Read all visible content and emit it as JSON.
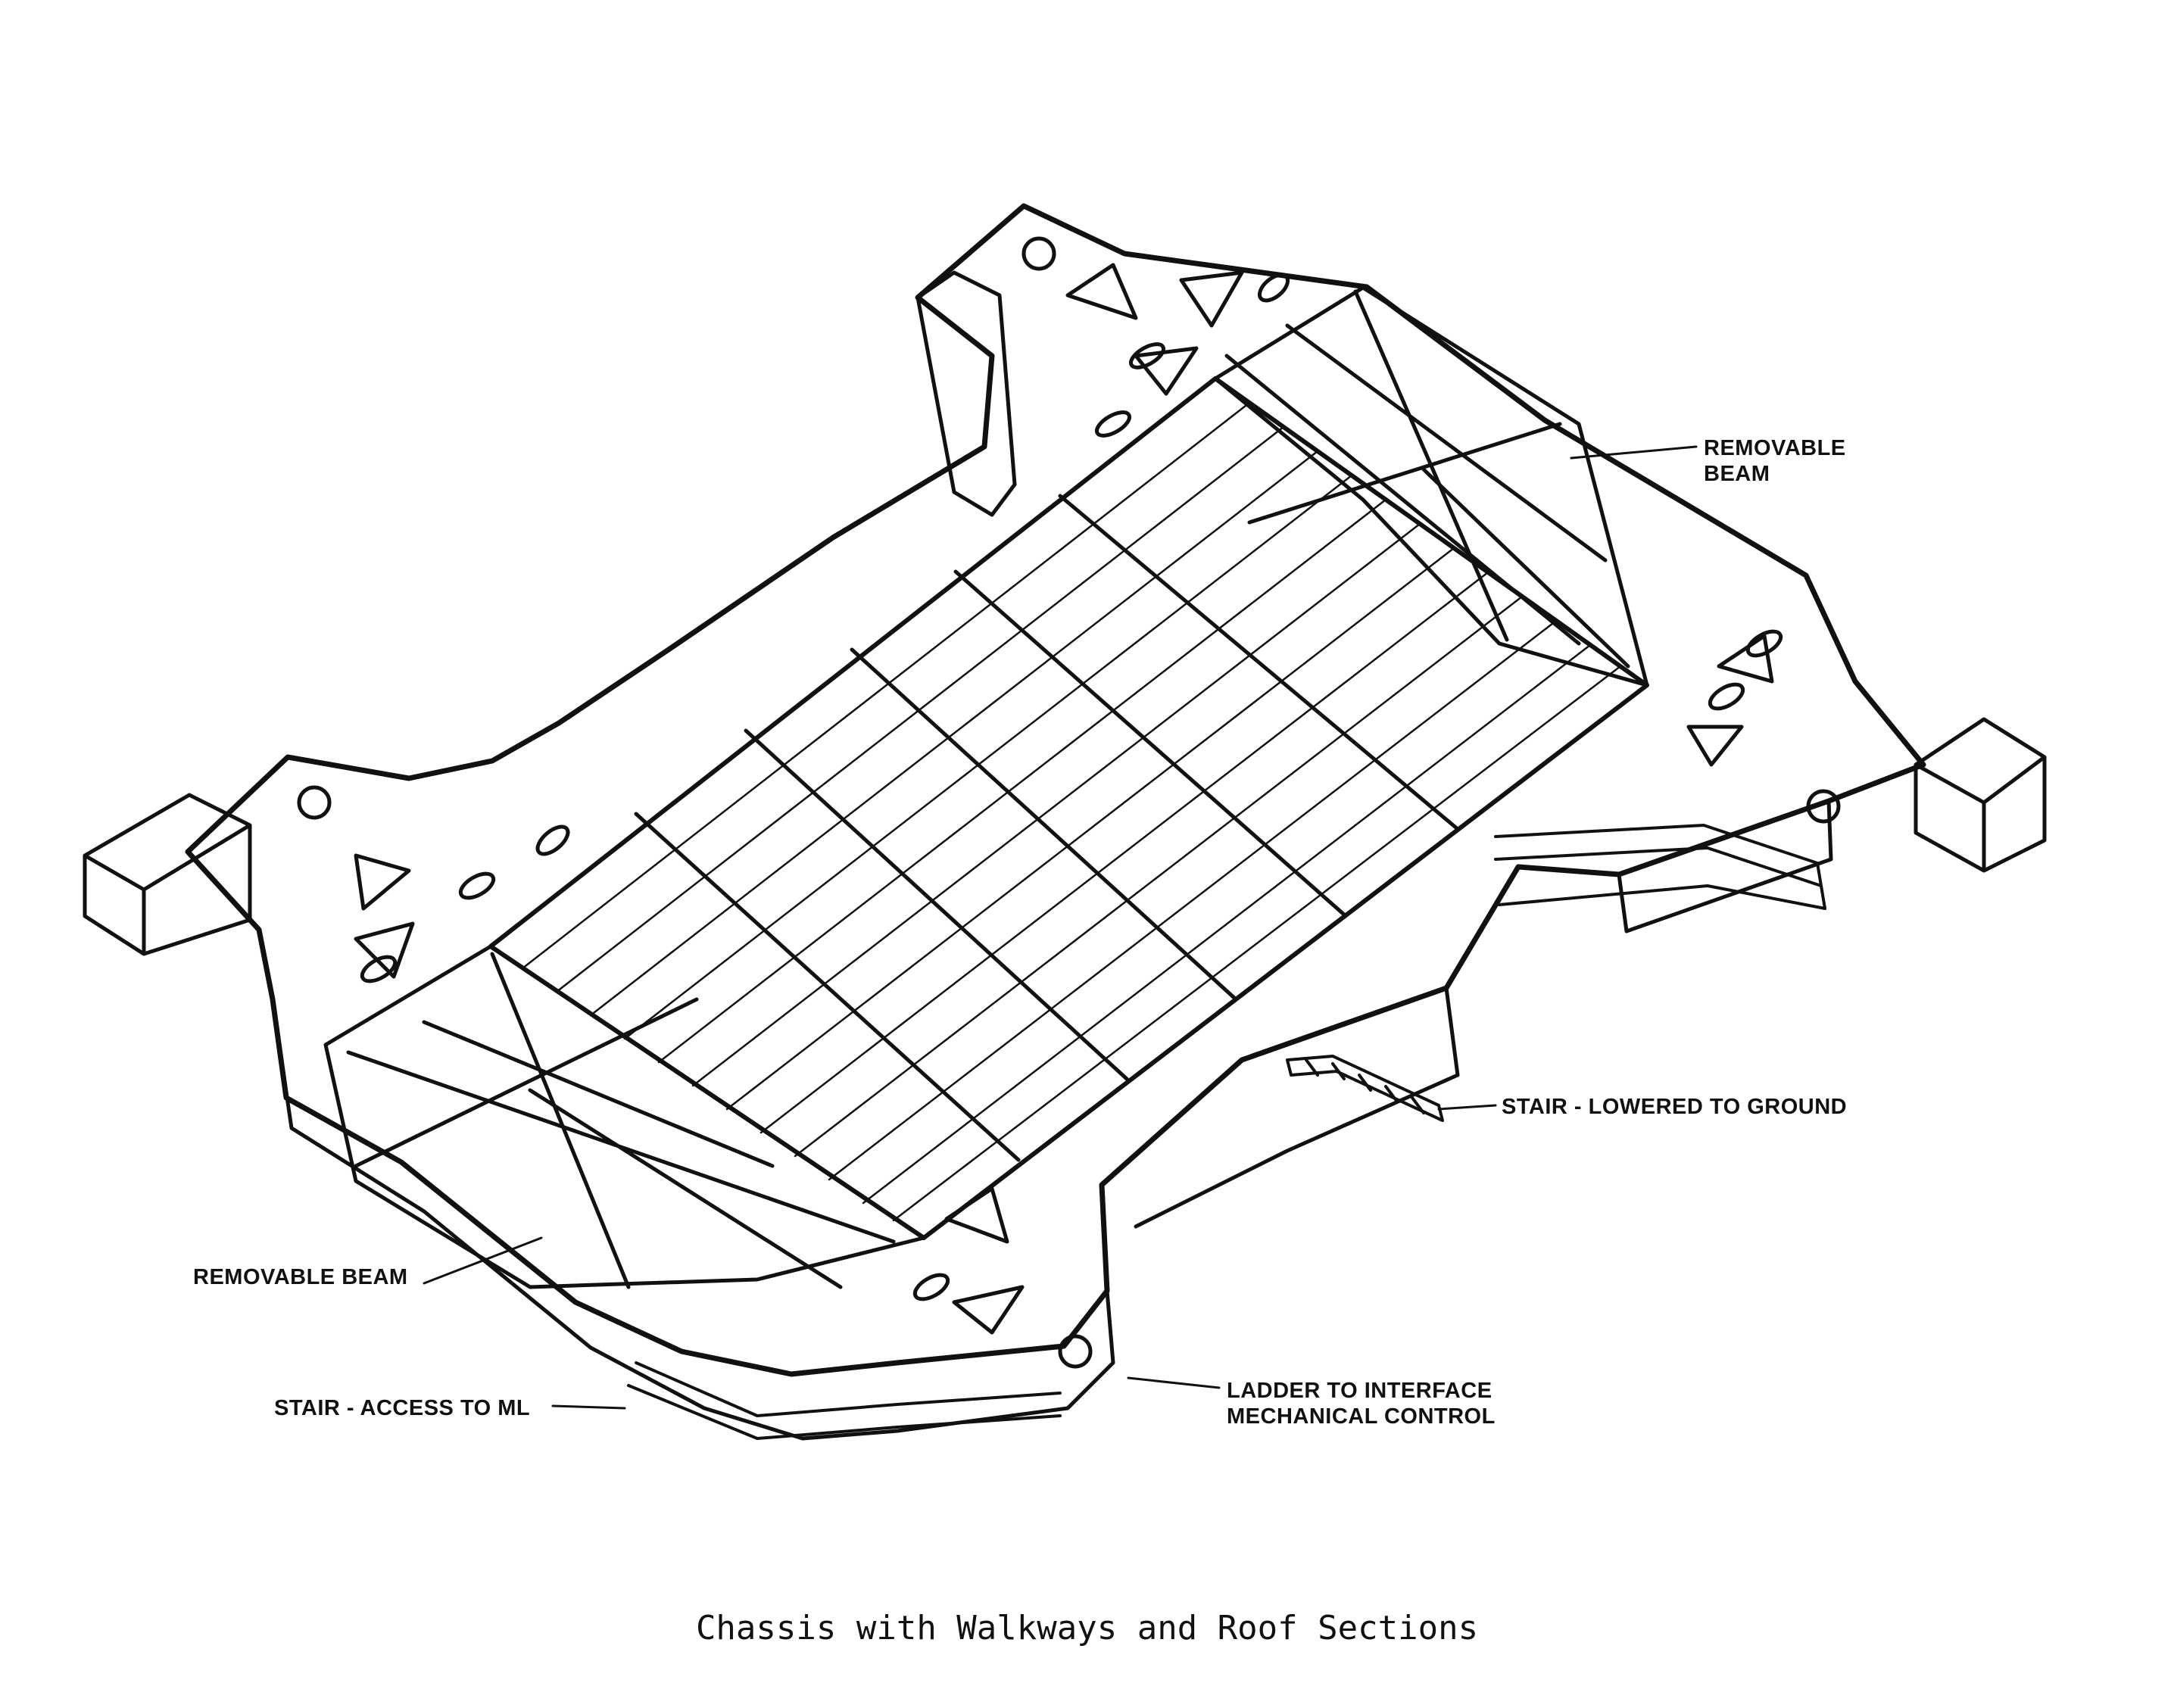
{
  "caption": "Chassis with Walkways and Roof Sections",
  "callouts": {
    "removable_beam_top": {
      "line1": "REMOVABLE",
      "line2": "BEAM"
    },
    "stair_lowered": "STAIR - LOWERED TO GROUND",
    "removable_beam_left": "REMOVABLE BEAM",
    "stair_access": "STAIR - ACCESS TO ML",
    "ladder": {
      "line1": "LADDER TO INTERFACE",
      "line2": "MECHANICAL CONTROL"
    }
  },
  "colors": {
    "ink": "#111111",
    "paper": "#ffffff"
  }
}
